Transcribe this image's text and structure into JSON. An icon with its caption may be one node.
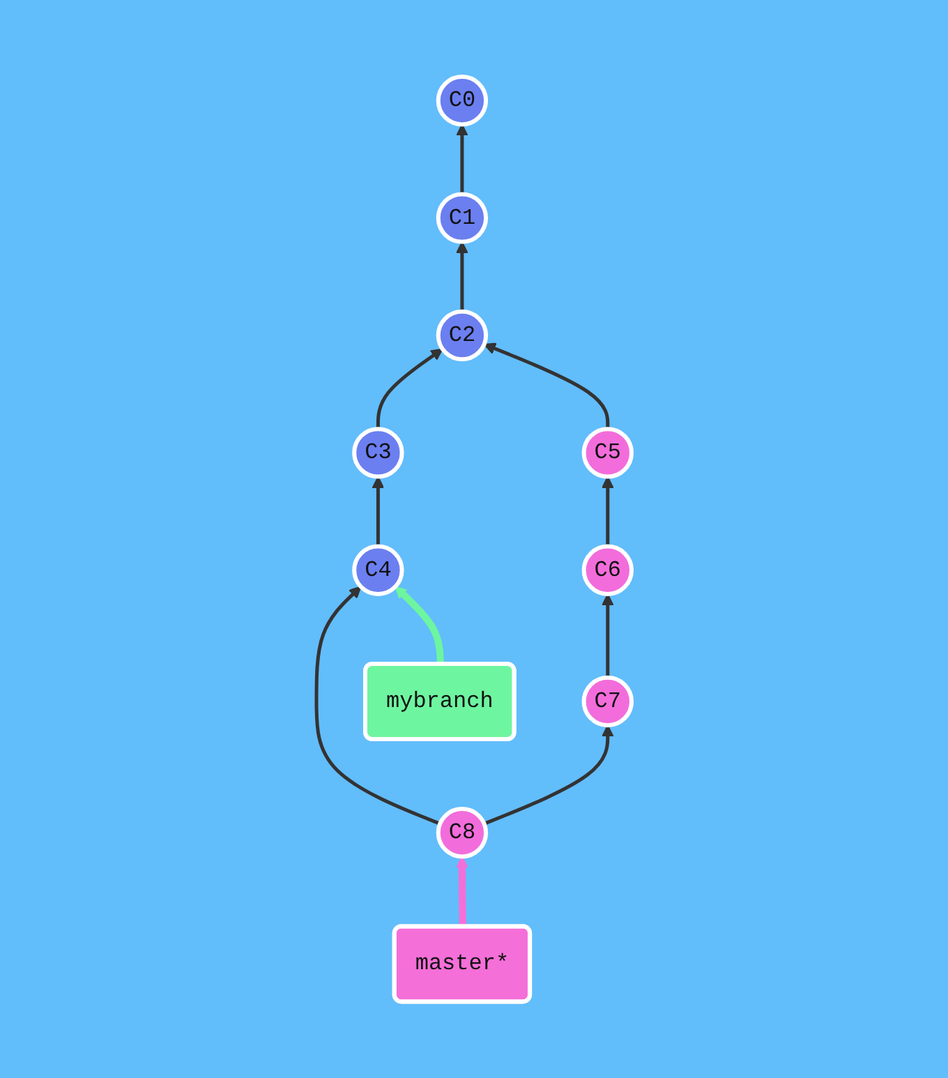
{
  "diagram": {
    "nodes": [
      {
        "text": [
          "C0"
        ]
      },
      {
        "text": [
          "C1"
        ]
      },
      {
        "text": [
          "C2"
        ]
      },
      {
        "text": [
          "C3"
        ]
      },
      {
        "text": [
          "C4"
        ]
      },
      {
        "text": [
          "C5"
        ]
      },
      {
        "text": [
          "C6"
        ]
      },
      {
        "text": [
          "C7"
        ]
      },
      {
        "text": [
          "C8"
        ]
      },
      {
        "text": [
          "mybranch"
        ]
      },
      {
        "text": [
          "master*"
        ]
      }
    ],
    "edges": [
      {
        "from": 1,
        "to": 0,
        "arrow": "to"
      },
      {
        "from": 2,
        "to": 1,
        "arrow": "to"
      },
      {
        "from": 3,
        "to": 2,
        "arrow": "to"
      },
      {
        "from": 5,
        "to": 2,
        "arrow": "to"
      },
      {
        "from": 4,
        "to": 3,
        "arrow": "to"
      },
      {
        "from": 6,
        "to": 5,
        "arrow": "to"
      },
      {
        "from": 7,
        "to": 6,
        "arrow": "to"
      },
      {
        "from": 8,
        "to": 7,
        "arrow": "to"
      },
      {
        "from": 8,
        "to": 4,
        "arrow": "to"
      },
      {
        "from": 9,
        "to": 4,
        "arrow": "to",
        "style": "thick",
        "color": "#6ef5a0"
      },
      {
        "from": 10,
        "to": 8,
        "arrow": "to",
        "style": "thick",
        "color": "#f56fd9"
      }
    ]
  }
}
